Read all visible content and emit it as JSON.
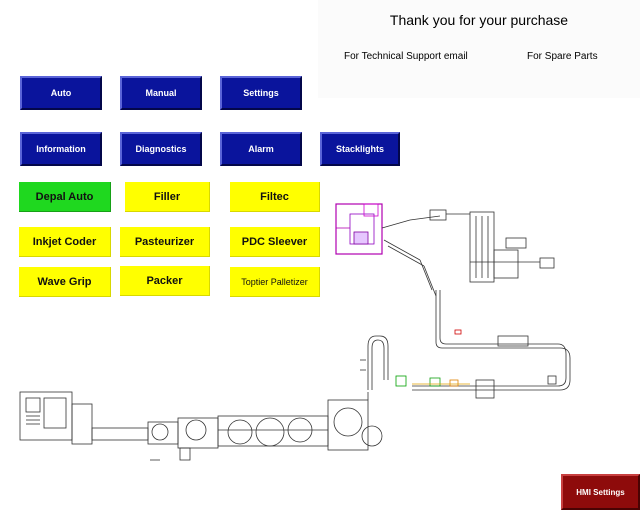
{
  "header": {
    "thanks": "Thank you for your purchase",
    "support": "For Technical Support email",
    "spares": "For Spare Parts"
  },
  "nav": {
    "auto": "Auto",
    "manual": "Manual",
    "settings": "Settings",
    "information": "Information",
    "diagnostics": "Diagnostics",
    "alarm": "Alarm",
    "stacklights": "Stacklights"
  },
  "areas": {
    "depal_auto": "Depal Auto",
    "filler": "Filler",
    "filtec": "Filtec",
    "inkjet_coder": "Inkjet Coder",
    "pasteurizer": "Pasteurizer",
    "pdc_sleever": "PDC Sleever",
    "wave_grip": "Wave Grip",
    "packer": "Packer",
    "toptier_palletizer": "Toptier Palletizer"
  },
  "footer": {
    "hmi_settings": "HMI Settings"
  },
  "colors": {
    "nav_blue": "#0a149c",
    "area_yellow": "#ffff00",
    "active_green": "#1fd81f",
    "hmi_red": "#8e0b0b"
  }
}
